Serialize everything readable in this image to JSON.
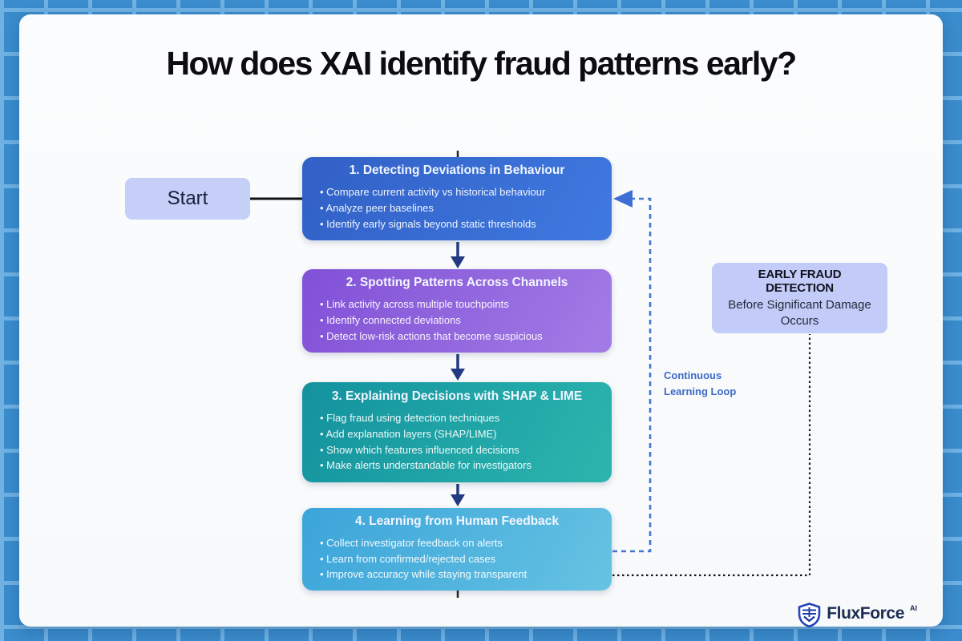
{
  "title": "How does XAI identify fraud patterns early?",
  "start": {
    "label": "Start"
  },
  "steps": [
    {
      "title": "1. Detecting Deviations in Behaviour",
      "bullets": [
        "Compare current activity vs historical behaviour",
        "Analyze peer baselines",
        "Identify early signals beyond static thresholds"
      ]
    },
    {
      "title": "2. Spotting Patterns Across Channels",
      "bullets": [
        "Link activity across multiple touchpoints",
        "Identify connected deviations",
        "Detect low-risk actions that become suspicious"
      ]
    },
    {
      "title": "3. Explaining Decisions with SHAP & LIME",
      "bullets": [
        "Flag fraud using detection techniques",
        "Add explanation layers (SHAP/LIME)",
        "Show which features influenced decisions",
        "Make alerts understandable for investigators"
      ]
    },
    {
      "title": "4. Learning from Human Feedback",
      "bullets": [
        "Collect investigator feedback on alerts",
        "Learn from confirmed/rejected cases",
        "Improve accuracy while staying transparent"
      ]
    }
  ],
  "callout": {
    "title": "EARLY FRAUD DETECTION",
    "subtitle": "Before Significant Damage Occurs"
  },
  "loop_label": "Continuous Learning Loop",
  "logo": {
    "brand": "FluxForce",
    "superscript": "AI"
  },
  "colors": {
    "background_blue": "#3A8CCD",
    "grid_line_blue": "#6FB1E3",
    "card_white": "#FAFBFD",
    "step1_gradient": [
      "#3160C6",
      "#3F79E0"
    ],
    "step2_gradient": [
      "#8050D6",
      "#A47CE6"
    ],
    "step3_gradient": [
      "#13929E",
      "#2CB6AE"
    ],
    "step4_gradient": [
      "#3BA4DA",
      "#66C3E2"
    ],
    "start_node_bg": "#C5CFF7",
    "callout_bg": "#C3CBF8",
    "loop_dash_blue": "#4576D0",
    "down_arrow_navy": "#233A82",
    "dotted_black": "#151515",
    "brand_navy": "#1D2D52"
  }
}
